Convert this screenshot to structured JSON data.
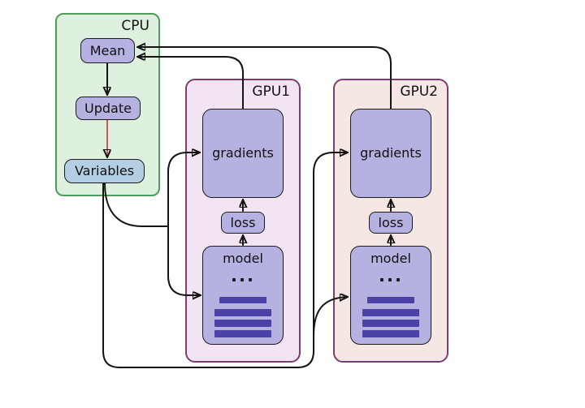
{
  "cpu": {
    "label": "CPU",
    "mean_label": "Mean",
    "update_label": "Update",
    "variables_label": "Variables"
  },
  "gpu1": {
    "label": "GPU1",
    "gradients_label": "gradients",
    "loss_label": "loss",
    "model_label": "model",
    "model_ellipsis": "..."
  },
  "gpu2": {
    "label": "GPU2",
    "gradients_label": "gradients",
    "loss_label": "loss",
    "model_label": "model",
    "model_ellipsis": "..."
  },
  "colors": {
    "cpu_fill": "#def0de",
    "cpu_border": "#4e9b5e",
    "gpu1_fill": "#f2e4f2",
    "gpu2_fill": "#f5e8e4",
    "gpu_border": "#7b3d6e",
    "node_fill": "#b5b2e2",
    "node_border": "#1b1b1b",
    "variables_fill": "#b4cfe4",
    "layer_bar": "#4b42a7",
    "connector": "#141414",
    "update_arrow_red": "#d1574f"
  }
}
